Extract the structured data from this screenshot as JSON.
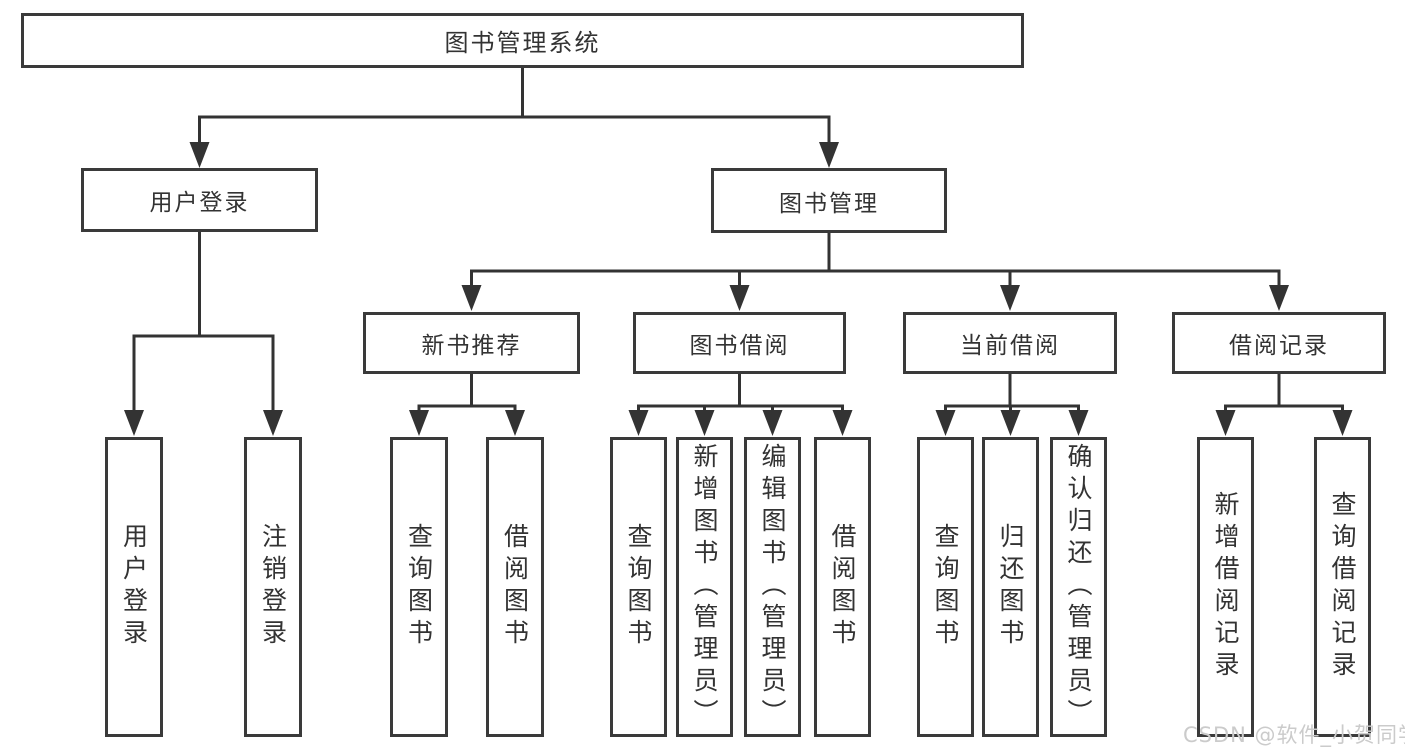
{
  "watermark": {
    "text": "CSDN @软件_小贺同学"
  },
  "colors": {
    "line": "#333333",
    "box_border": "#3a3a3a",
    "text": "#333333",
    "watermark": "#cbcbcb",
    "background": "#ffffff"
  },
  "diagram": {
    "root": {
      "label": "图书管理系统",
      "children": [
        {
          "label": "用户登录",
          "children": [
            {
              "label": "用户登录"
            },
            {
              "label": "注销登录"
            }
          ]
        },
        {
          "label": "图书管理",
          "children": [
            {
              "label": "新书推荐",
              "children": [
                {
                  "label": "查询图书"
                },
                {
                  "label": "借阅图书"
                }
              ]
            },
            {
              "label": "图书借阅",
              "children": [
                {
                  "label": "查询图书"
                },
                {
                  "label": "新增图书（管理员）"
                },
                {
                  "label": "编辑图书（管理员）"
                },
                {
                  "label": "借阅图书"
                }
              ]
            },
            {
              "label": "当前借阅",
              "children": [
                {
                  "label": "查询图书"
                },
                {
                  "label": "归还图书"
                },
                {
                  "label": "确认归还（管理员）"
                }
              ]
            },
            {
              "label": "借阅记录",
              "children": [
                {
                  "label": "新增借阅记录"
                },
                {
                  "label": "查询借阅记录"
                }
              ]
            }
          ]
        }
      ]
    }
  }
}
